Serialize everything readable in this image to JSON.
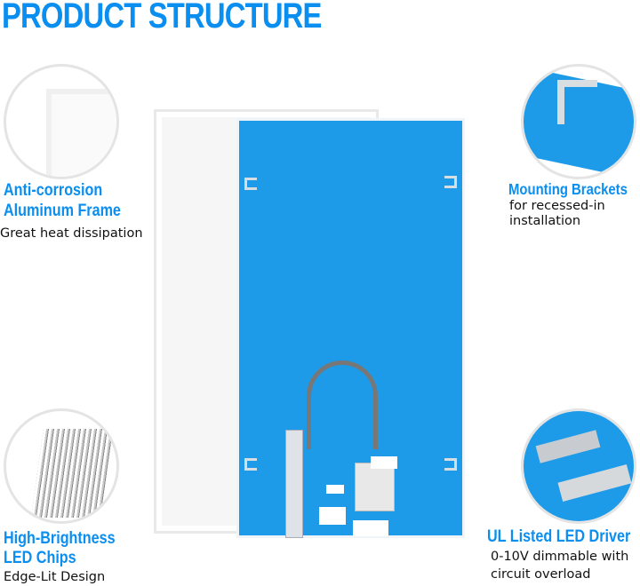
{
  "title": "PRODUCT STRUCTURE",
  "features": {
    "frame": {
      "heading_line1": "Anti-corrosion",
      "heading_line2": "Aluminum Frame",
      "desc": "Great heat dissipation"
    },
    "brackets": {
      "heading": "Mounting Brackets",
      "desc_line1": "for recessed-in",
      "desc_line2": "installation"
    },
    "chips": {
      "heading_line1": "High-Brightness",
      "heading_line2": "LED Chips",
      "desc": "Edge-Lit Design"
    },
    "driver": {
      "heading": "UL Listed LED Driver",
      "desc_line1": "0-10V dimmable with",
      "desc_line2": "circuit overload"
    }
  },
  "colors": {
    "accent": "#0a8ef0",
    "panel_blue": "#1d9be8"
  }
}
